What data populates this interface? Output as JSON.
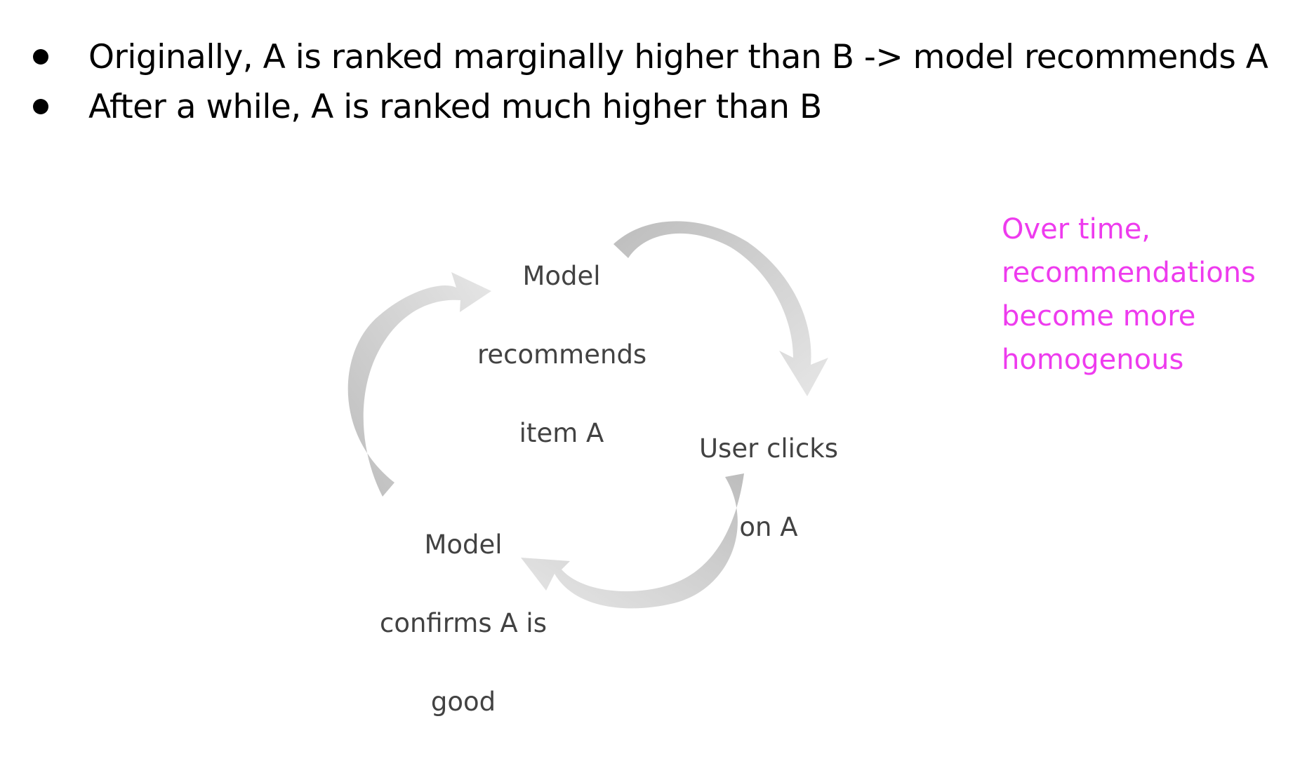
{
  "bullets": [
    {
      "text": "Originally, A is ranked marginally higher than B -> model recommends A"
    },
    {
      "text": "After a while, A is ranked much higher than B"
    }
  ],
  "cycle": {
    "nodes": [
      {
        "lines": [
          "Model",
          "recommends",
          "item A"
        ]
      },
      {
        "lines": [
          "User clicks",
          "on A"
        ]
      },
      {
        "lines": [
          "Model",
          "confirms A is",
          "good"
        ]
      }
    ],
    "arrow_colors": {
      "dark": "#bdbdbd",
      "light": "#e6e6e6"
    }
  },
  "note": {
    "lines": [
      "Over time,",
      "recommendations",
      "become more",
      "homogenous"
    ],
    "color": "#ee3bee"
  }
}
